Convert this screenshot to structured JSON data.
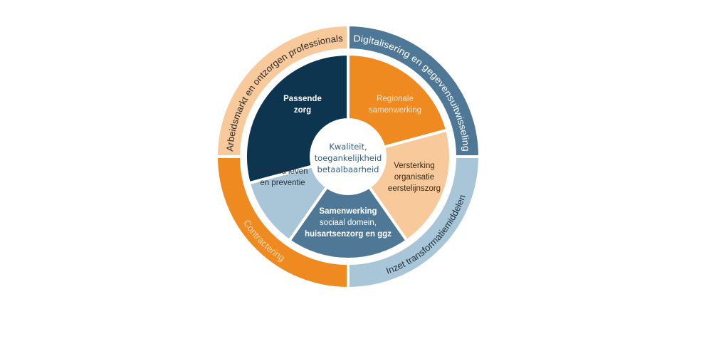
{
  "center": {
    "lines": [
      "Kwaliteit,",
      "toegankelijkheid",
      "betaalbaarheid"
    ]
  },
  "inner_segments": [
    {
      "name": "passende-zorg",
      "lines": [
        "Passende",
        "zorg"
      ],
      "color": "#0e3550",
      "text_color": "#ffffff"
    },
    {
      "name": "regionale-samenwerking",
      "lines": [
        "Regionale",
        "samenwerking"
      ],
      "color": "#ee8a1f",
      "text_color": "#fbe3c7"
    },
    {
      "name": "versterking-eerstelijnszorg",
      "lines": [
        "Versterking",
        "organisatie",
        "eerstelijnszorg"
      ],
      "color": "#f8c99a",
      "text_color": "#3a2a1a"
    },
    {
      "name": "samenwerking-sociaal-domein",
      "lines": [
        "Samenwerking",
        "sociaal domein,",
        "huisartsenzorg en ggz"
      ],
      "color": "#4f7896",
      "text_color": "#ffffff"
    },
    {
      "name": "gezond-leven",
      "lines": [
        "Gezond leven",
        "en preventie"
      ],
      "color": "#a9c6d8",
      "text_color": "#1f2f3c"
    }
  ],
  "outer_ring": [
    {
      "name": "arbeidsmarkt",
      "label": "Arbeidsmarkt en ontzorgen professionals",
      "color": "#f8c99a",
      "text_color": "#2a2a2a"
    },
    {
      "name": "digitalisering",
      "label": "Digitalisering en gegevensuitwisseling",
      "color": "#4f7896",
      "text_color": "#ffffff"
    },
    {
      "name": "inzet-transformatiemiddelen",
      "label": "Inzet transformatiemiddelen",
      "color": "#a9c6d8",
      "text_color": "#1f2f3c"
    },
    {
      "name": "contractering",
      "label": "Contractering",
      "color": "#ee8a1f",
      "text_color": "#fbd9b0"
    }
  ]
}
